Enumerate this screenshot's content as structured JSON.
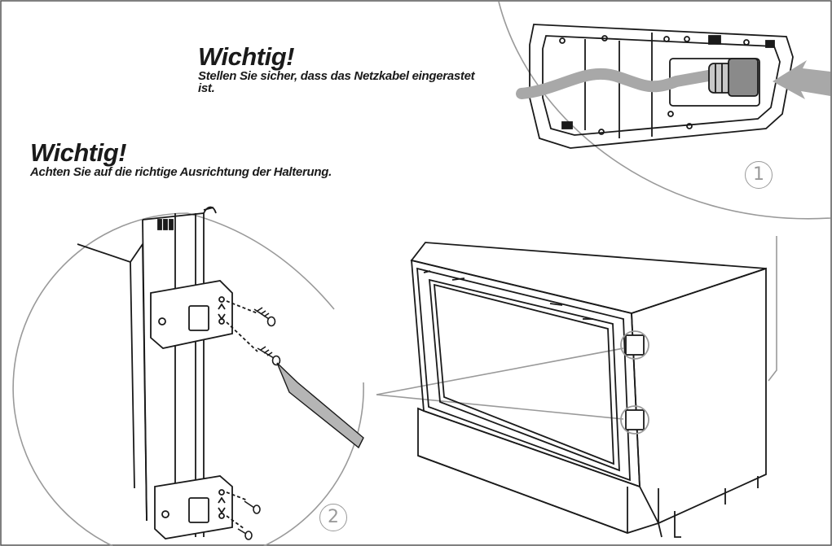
{
  "notes": [
    {
      "heading": "Wichtig!",
      "text": "Stellen Sie sicher, dass das Netzkabel eingerastet ist."
    },
    {
      "heading": "Wichtig!",
      "text": "Achten Sie auf die richtige Ausrichtung der Halterung."
    }
  ],
  "callouts": {
    "detail1": "1",
    "detail2": "2"
  },
  "colors": {
    "line": "#1a1a1a",
    "guide": "#9a9a9a",
    "cable": "#a8a8a8",
    "screwdriver": "#b5b5b5"
  }
}
